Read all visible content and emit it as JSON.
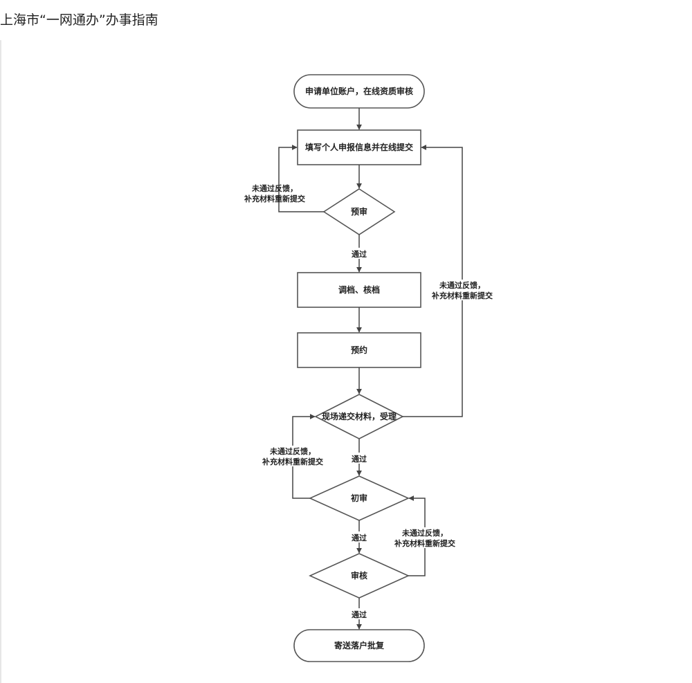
{
  "page": {
    "title": "上海市“一网通办”办事指南"
  },
  "flowchart": {
    "nodes": {
      "start": "申请单位账户，在线资质审核",
      "fill_info": "填写个人申报信息并在线提交",
      "pre_review": "预审",
      "transfer_check": "调档、核档",
      "appointment": "预约",
      "onsite_submit": "现场递交材料，受理",
      "first_review": "初审",
      "review": "审核",
      "end": "寄送落户批复"
    },
    "labels": {
      "pass": "通过",
      "fail_line1": "未通过反馈，",
      "fail_line2": "补充材料重新提交"
    }
  }
}
